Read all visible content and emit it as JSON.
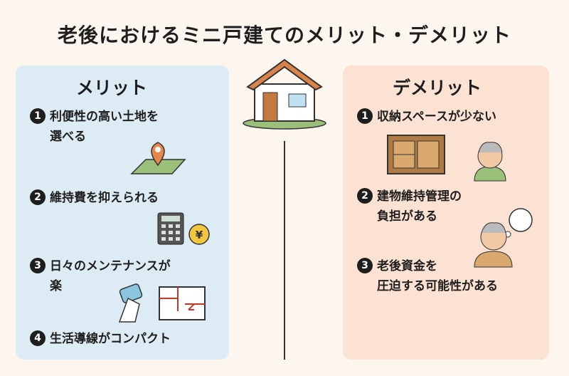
{
  "title": "老後におけるミニ戸建てのメリット・デメリット",
  "merits": {
    "heading": "メリット",
    "items": [
      {
        "num": "1",
        "line1": "利便性の高い土地を",
        "line2": "選べる"
      },
      {
        "num": "2",
        "line1": "維持費を抑えられる",
        "line2": ""
      },
      {
        "num": "3",
        "line1": "日々のメンテナンスが",
        "line2": "楽"
      },
      {
        "num": "4",
        "line1": "生活導線がコンパクト",
        "line2": ""
      }
    ]
  },
  "demerits": {
    "heading": "デメリット",
    "items": [
      {
        "num": "1",
        "line1": "収納スペースが少ない",
        "line2": ""
      },
      {
        "num": "2",
        "line1": "建物維持管理の",
        "line2": "負担がある"
      },
      {
        "num": "3",
        "line1": "老後資金を",
        "line2": "圧迫する可能性がある"
      }
    ]
  },
  "yen_symbol": "¥",
  "colors": {
    "merit_bg": "#dcebf4",
    "demerit_bg": "#fbe2d2",
    "background": "#fcf6ee"
  }
}
